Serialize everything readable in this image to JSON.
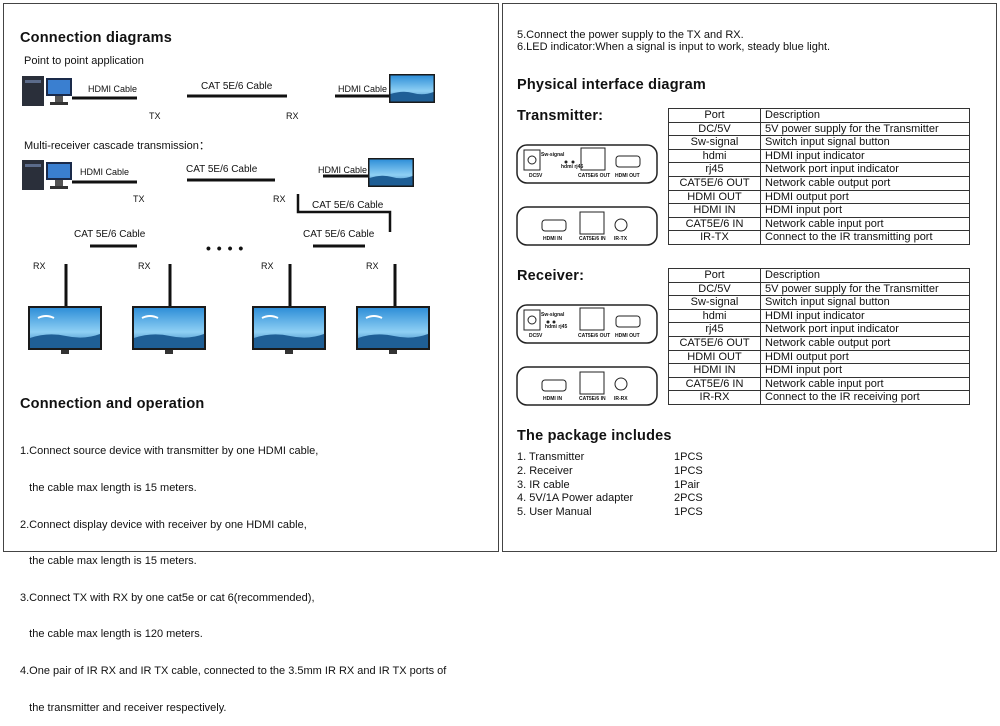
{
  "left": {
    "connection_title": "Connection diagrams",
    "p2p_title": "Point to point application",
    "hdmi_cable": "HDMI Cable",
    "cat_cable": "CAT 5E/6 Cable",
    "tx": "TX",
    "rx": "RX",
    "multi_title": "Multi-receiver cascade transmission：",
    "dots": "• • • •",
    "operation_title": "Connection and operation",
    "operation_lines": [
      "1.Connect source device with transmitter by one HDMI cable,",
      "   the cable max length is 15 meters.",
      "2.Connect display device with receiver by one HDMI cable,",
      "   the cable max length is 15 meters.",
      "3.Connect TX with RX by one cat5e or cat 6(recommended),",
      "   the cable max length is 120 meters.",
      "4.One pair of IR RX and IR TX cable, connected to the 3.5mm IR RX and IR TX ports of",
      "   the transmitter and receiver respectively."
    ]
  },
  "right": {
    "intro_lines": [
      "5.Connect the power supply to the TX and RX.",
      "6.LED indicator:When a signal is input to work, steady blue light."
    ],
    "physical_title": "Physical interface diagram",
    "transmitter_label": "Transmitter:",
    "receiver_label": "Receiver:",
    "panel_labels": {
      "dc5v": "DC5V",
      "sw_signal": "Sw-signal",
      "hdmi_in": "HDMI IN",
      "hdmi_out": "HDMI OUT",
      "cat5e_out": "CAT5E/6 OUT",
      "cat5e_in": "CAT5E/6 IN",
      "ir_tx": "IR-TX",
      "ir_rx": "IR-RX",
      "leds": "hdmi  rj45"
    },
    "tx_table": {
      "header": [
        "Port",
        "Description"
      ],
      "rows": [
        [
          "DC/5V",
          "5V power supply for the Transmitter"
        ],
        [
          "Sw-signal",
          "Switch input signal button"
        ],
        [
          "hdmi",
          "HDMI input indicator"
        ],
        [
          "rj45",
          "Network port input indicator"
        ],
        [
          "CAT5E/6 OUT",
          "Network cable output port"
        ],
        [
          "HDMI OUT",
          "HDMI output port"
        ],
        [
          "HDMI IN",
          "HDMI input port"
        ],
        [
          "CAT5E/6 IN",
          "Network cable input port"
        ],
        [
          "IR-TX",
          "Connect to the IR transmitting port"
        ]
      ]
    },
    "rx_table": {
      "header": [
        "Port",
        "Description"
      ],
      "rows": [
        [
          "DC/5V",
          "5V power supply for the Transmitter"
        ],
        [
          "Sw-signal",
          "Switch input signal button"
        ],
        [
          "hdmi",
          "HDMI input indicator"
        ],
        [
          "rj45",
          "Network port input indicator"
        ],
        [
          "CAT5E/6 OUT",
          "Network cable output port"
        ],
        [
          "HDMI OUT",
          "HDMI output port"
        ],
        [
          "HDMI IN",
          "HDMI input port"
        ],
        [
          "CAT5E/6 IN",
          "Network cable input port"
        ],
        [
          "IR-RX",
          "Connect to the IR receiving port"
        ]
      ]
    },
    "package_title": "The package includes",
    "package_items": [
      [
        "1. Transmitter",
        "1PCS"
      ],
      [
        "2. Receiver",
        "1PCS"
      ],
      [
        "3. IR cable",
        "1Pair"
      ],
      [
        "4. 5V/1A Power adapter",
        "2PCS"
      ],
      [
        "5. User Manual",
        "1PCS"
      ]
    ]
  }
}
